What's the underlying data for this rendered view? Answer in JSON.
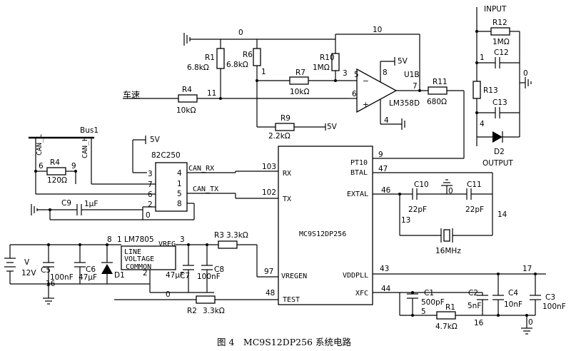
{
  "caption": "图 4　MC9S12DP256 系统电路",
  "speed_input": "车速",
  "bus": {
    "label": "Bus1",
    "can_l": "CAN_L",
    "can_h": "CAN_H"
  },
  "opamp": {
    "designator": "U1B",
    "part": "LM358D",
    "pin5": "5",
    "pin6": "6",
    "pin7": "7",
    "pin8": "8",
    "pin4": "4",
    "minus": "−",
    "plus": "+"
  },
  "transceiver": {
    "part": "82C250",
    "pin3": "3",
    "pin4": "4",
    "pin7": "7",
    "pin1": "1",
    "pin6": "6",
    "pin5": "5",
    "pin2": "2",
    "pin8": "8",
    "can_rx": "CAN_RX",
    "can_tx": "CAN_TX"
  },
  "mcu": {
    "part": "MC9S12DP256",
    "pins": {
      "pt10": "PT10",
      "bkgd": "BTAL",
      "extal": "EXTAL",
      "rx": "RX",
      "tx": "TX",
      "vregen": "VREGEN",
      "test": "TEST",
      "vddpll": "VDDPLL",
      "xfc": "XFC"
    }
  },
  "regulator": {
    "part": "LM7805",
    "line1": "LINE",
    "line2": "VOLTAGE",
    "vreg": "VREG",
    "common": "COMMON",
    "pin1": "1",
    "pin2": "2",
    "pin3": "3"
  },
  "battery": {
    "ref": "V",
    "value": "12V"
  },
  "diode1": "D1",
  "diode2": "D2",
  "io_labels": {
    "input": "INPUT",
    "output": "OUTPUT"
  },
  "supply": {
    "five_v": "5V"
  },
  "crystal": "16MHz",
  "nets": [
    "0",
    "10",
    "1",
    "3",
    "5",
    "11",
    "8",
    "7",
    "9",
    "103",
    "102",
    "47",
    "46",
    "0",
    "14",
    "13",
    "97",
    "48",
    "43",
    "44",
    "17",
    "5",
    "16",
    "0",
    "1",
    "4",
    "0",
    "6",
    "9"
  ],
  "components": {
    "R1": {
      "ref": "R1",
      "value": "6.8kΩ"
    },
    "R6": {
      "ref": "R6",
      "value": "6.8kΩ"
    },
    "R10": {
      "ref": "R10",
      "value": "1MΩ"
    },
    "R7": {
      "ref": "R7",
      "value": "10kΩ"
    },
    "R4": {
      "ref": "R4",
      "value": "10kΩ"
    },
    "R9": {
      "ref": "R9",
      "value": "2.2kΩ"
    },
    "R11": {
      "ref": "R11",
      "value": "680Ω"
    },
    "R12": {
      "ref": "R12",
      "value": "1MΩ"
    },
    "R13": {
      "ref": "R13",
      "value": ""
    },
    "C12": {
      "ref": "C12",
      "value": ""
    },
    "C13": {
      "ref": "C13",
      "value": ""
    },
    "Rcan": {
      "ref": "R4",
      "value": "120Ω"
    },
    "C9": {
      "ref": "C9",
      "value": "1μF"
    },
    "R3": {
      "ref": "R3",
      "value": "3.3kΩ"
    },
    "R2": {
      "ref": "R2",
      "value": "3.3kΩ"
    },
    "C10": {
      "ref": "C10",
      "value": "22pF"
    },
    "C11": {
      "ref": "C11",
      "value": "22pF"
    },
    "C5": {
      "ref": "C5",
      "value": "100nF"
    },
    "C6": {
      "ref": "C6",
      "value": "47μF"
    },
    "C7": {
      "ref": "C7",
      "value": "47μF"
    },
    "C8": {
      "ref": "C8",
      "value": "100nF"
    },
    "C1": {
      "ref": "C1",
      "value": "500pF"
    },
    "R1b": {
      "ref": "R1",
      "value": "4.7kΩ"
    },
    "C2": {
      "ref": "C2",
      "value": "5nF"
    },
    "C4": {
      "ref": "C4",
      "value": "10nF"
    },
    "C3": {
      "ref": "C3",
      "value": "100nF"
    }
  }
}
